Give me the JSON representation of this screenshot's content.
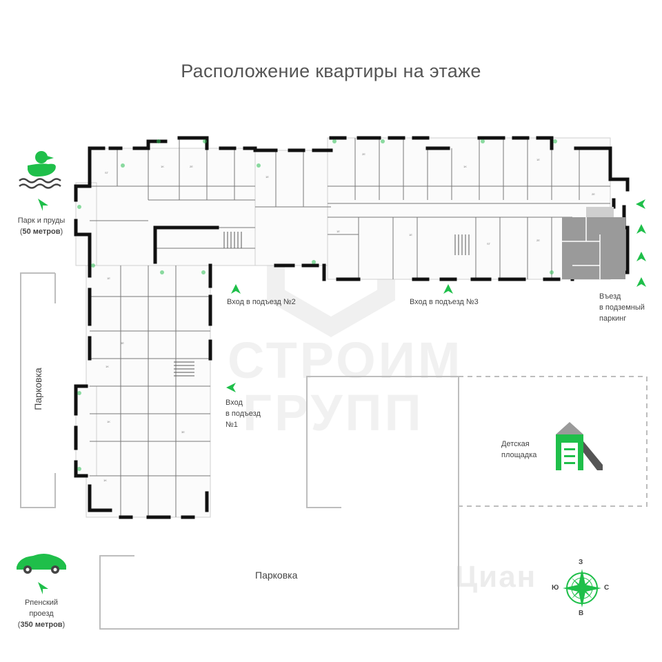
{
  "title": "Расположение квартиры на этаже",
  "colors": {
    "accent": "#1fbf4a",
    "wall": "#111111",
    "highlight": "#9a9a9a",
    "outline": "#bdbdbd"
  },
  "legend_left": {
    "park": {
      "icon": "duck-icon",
      "line1": "Парк и пруды",
      "line2_open": "(",
      "line2_bold": "50 метров",
      "line2_close": ")"
    },
    "road": {
      "icon": "car-icon",
      "line1": "Рпенский",
      "line2": "проезд",
      "line3_open": "(",
      "line3_bold": "350 метров",
      "line3_close": ")"
    }
  },
  "entrances": {
    "e1": {
      "line1": "Вход",
      "line2": "в подъезд",
      "line3": "№1"
    },
    "e2": "Вход в подъезд №2",
    "e3": "Вход в подъезд №3",
    "parking_entry": {
      "line1": "Въезд",
      "line2": "в подземный",
      "line3": "паркинг"
    }
  },
  "areas": {
    "parking_left": "Парковка",
    "parking_bottom": "Парковка",
    "playground": {
      "icon": "playground-icon",
      "line1": "Детская",
      "line2": "площадка"
    }
  },
  "compass": {
    "icon": "compass-icon",
    "north": "З",
    "south": "В",
    "west": "Ю",
    "east": "С"
  },
  "watermark": {
    "line1": "СТРОИМ",
    "line2": "ГРУПП",
    "bottom": "Циан"
  }
}
